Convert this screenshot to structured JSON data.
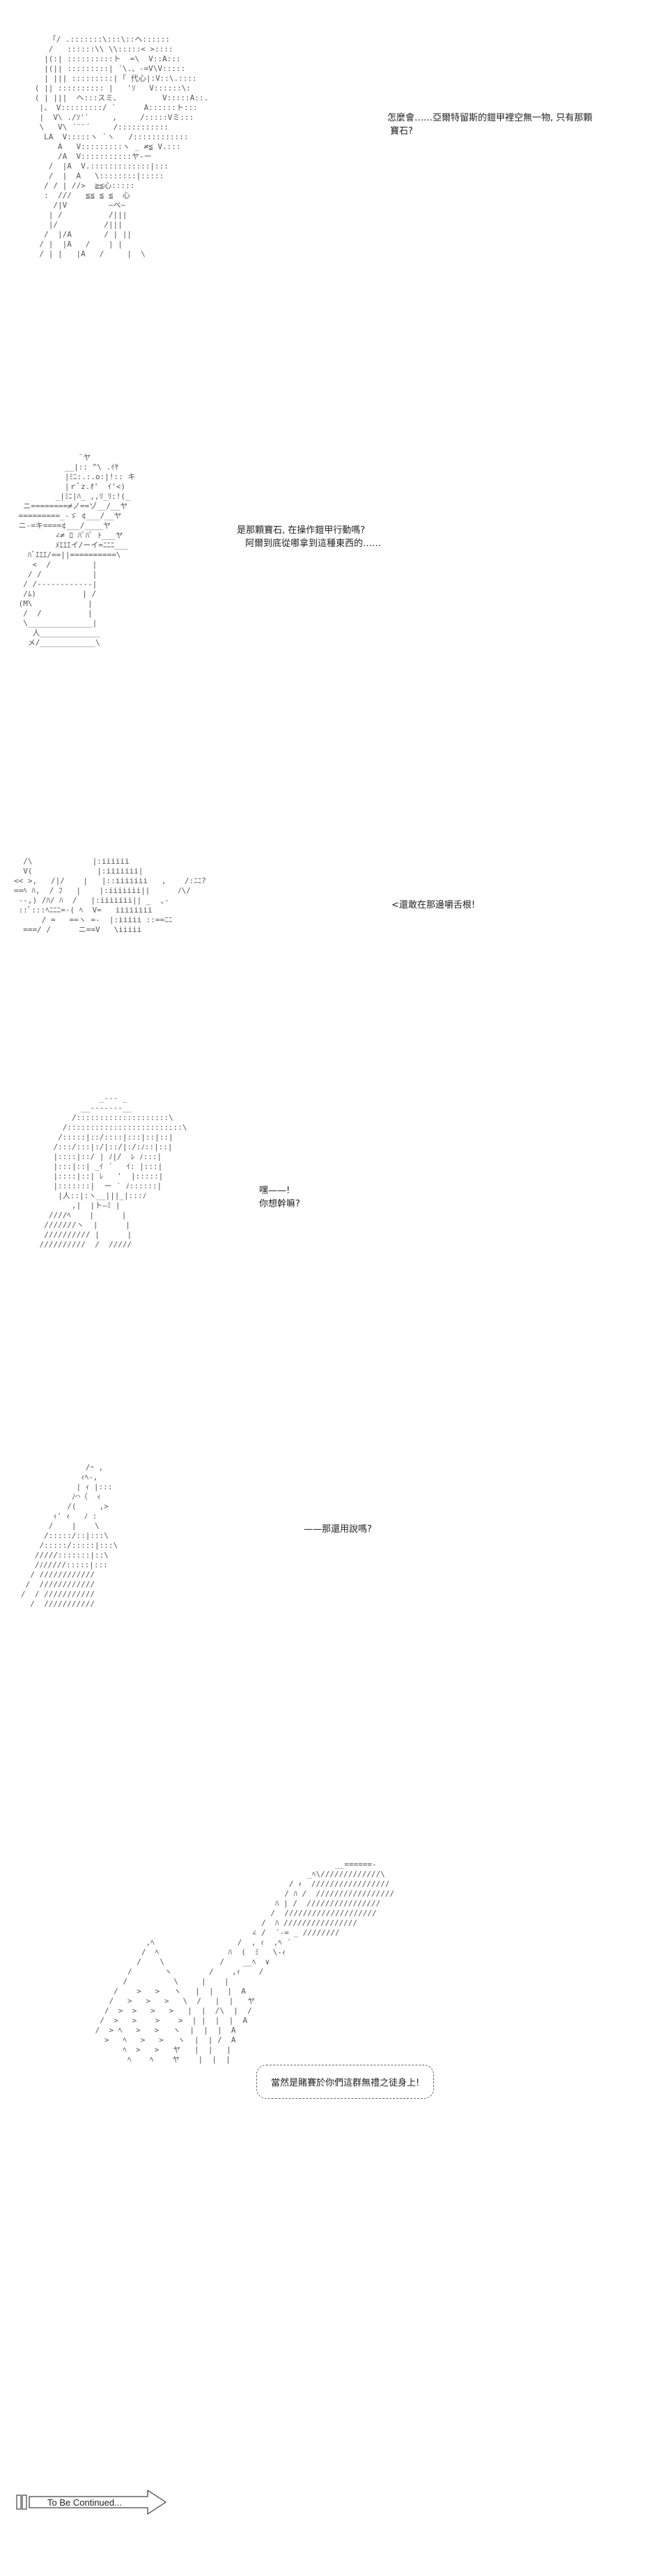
{
  "panels": [
    {
      "lines": [
        "怎麼會……亞爾特留斯的鎧甲裡空無一物, 只有那顆",
        "寶石?"
      ],
      "art": "      「/ .:::::::\\:::\\::ヘ::::::\n      /   ::::::\\\\ \\\\:::::< >::::\n     |(:| ::::::::::ト  =\\  V::A:::\n     |(|| :::::::::| ´\\.、-=V\\V:::::\n     | ||| :::::::::| ｢ 代心|:V::\\.::::\n   ( || :::::::::: |   'ｿ   V::::::\\:\n   ( | |||  ヘ:::スミ、         V:::::A::.\n    |、 V:::::::::/ `      A::::::ト:::\n    |  V\\ ./ｿ'`     ,     /:::::Vミ:::\n    \\   V\\ ´¨¨´     /:::::::::::\n     LA  V:::::ヽ `ヽ   /::::::::::::\n        A   V:::::::::ヽ _ ≠≦ V.:::\n        /A  V:::::::::::ヤ‐ー\n      /  |A  V.:::::::::::::|:::\n      /  |  A   \\::::::::|:::::\n     / / | //>  ≧≦心:::::\n     :  ///   ≦≦ ≦ ≦  心\n       /|V         ~ベ~\n      | /          /|||\n      |/          /|||\n     /  |/A       / | ||\n    / |  |A   /    | |\n    / | |   |A   /     |  \\"
    },
    {
      "lines": [
        "是那顆寶石, 在操作鎧甲行動嗎?",
        "阿爾到底從哪拿到這種東西的……"
      ],
      "art": "              ¨ヤ\n           __|:: ^\\ .ｲﾔ\n           |ﾐﾆ:.:.o:|!:: キ\n           |ｒﾞz.ｵ'  ｲ'<)\n         _|ﾐﾆ|ﾊ_ ,,ﾘ_ﾘ:!(_\n  ニ========≠ノ==ゾ__/__ヤ\n =========_-ゞ ¢___/__ヤ\n ニ-=キ====¢___/____ヤ\n         ∠≠ ﾛ ﾊﾟﾊﾟ ﾄ___ヤ\n         ﾒｴｴｴイ/ーイ=ﾆﾆﾆ___\n   ﾊﾞｴｴｴ/==||==========\\\n    <  /         |\n   / /           |\n  / /------------|\n  /ﾑ)          | /\n (M\\            |\n  /  /          |\n  \\______________|\n    人_____________\n   メ/____________\\"
    },
    {
      "lines": [
        "<還敢在那邊嚼舌根!"
      ],
      "art": "  /\\             |:iiiiii\n  V(              |:iiiiiii|\n<< >,   /|/    |   |::iiiiiii   ,    /:ﾆﾆ?\n==ﾍ ﾊ,  / ﾌ   |    |:iiiiiii||      ﾉ\\/\n --,) /ﾊ/ ﾊ  /   |:iiiiiii|| _  ,-\n ::ﾟ:::ﾍﾆﾆﾆ=-( ﾍ  V=   iiiiiiii\n      / =   ==ヽ =-  |:iiiii ::==ﾆﾆ\n  ===/ /      ニ==V   \\iiiii"
    },
    {
      "lines": [
        "嘿——!",
        "你想幹嘛?"
      ],
      "art": "              _-‐- _\n          __--‐‐‐‐-__\n        /::::::::::::::::::::\\\n      /:::::::::::::::::::::::::\\\n     /:::::|::/::::|:::|::|::|\n    /:::/:::|:/|::/|:/:ﾉ::|::|\n    |::::|::/ | ﾉ|/  ﾚ ﾉ:::|\n    |:::|::| _ｲ ´   ｲ: |:::|\n    |::::|::| ﾚ   '  |:::::|\n    |:::::::|  ー ′ ﾉ::::::|\n     |人::|:ヽ__|||_|:::ﾉ\n        ,|  |ト―ﾐ |\n   ////ﾍ    |      |\n  ///////ヽ  |      |\n  ////////// |      |\n //////////  /  /////"
    },
    {
      "lines": [
        "——那還用說嗎?"
      ],
      "art": "              /ｰ ,\n             ｨﾍ‐,\n            | ｨ |:::\n           ﾉ⌒〈  ｨ\n          /(     ,>\n       ｨ' ｨ   ﾉ :\n      /    |    \\\n     /:::::/::|:::\\\n    /:::::/:::::|:::\\\n   /////:::::::|::\\\n   /ﾉ/////:::::|:::\n  / ////////////\n /  ////////////\n/  / ///////////\n  /  ///////////"
    },
    {
      "lines": [
        "當然是賭賽於你們這群無禮之徒身上!"
      ],
      "art": "                                                     __======-\n                                               _ﾍ\\/////////////\\\n                                           / ｨ  /////////////////\n                                          / ﾊ /  /////////////////\n                                        ﾊ | /  ////////////////\n                                       /  ////////////////////\n                                     /  ﾊ ////////////////\n                                   ∠ /  ´-= _ //////// \n            ,ﾍ                  /  , ｨ  ,ﾍ ´\n           /  ﾍ               ﾊ  (  ﾐ   \\-ｨ\n          /    \\            /    __ﾍ  ∨\n        /       ヽ        /    ,ｨ    /\n       /          \\     |    |\n     /    >   >   ヽ   |  |   |  A\n    /   >   >   >   \\  /   |  |   ヤ\n   /  >  >   >   >   |  |  /\\  |  /\n  /  >   >    >    >  | |  |  |  A\n /  > ﾍ   >   >   ヽ  |  |  |  A\n   >   ﾍ   >   >   ヽ  |  | /  A\n       ﾍ  >   >   ヤ   |  |   |\n        ﾍ    ﾍ    ヤ    |  |  |"
    }
  ],
  "continue_label": "To Be Continued..."
}
